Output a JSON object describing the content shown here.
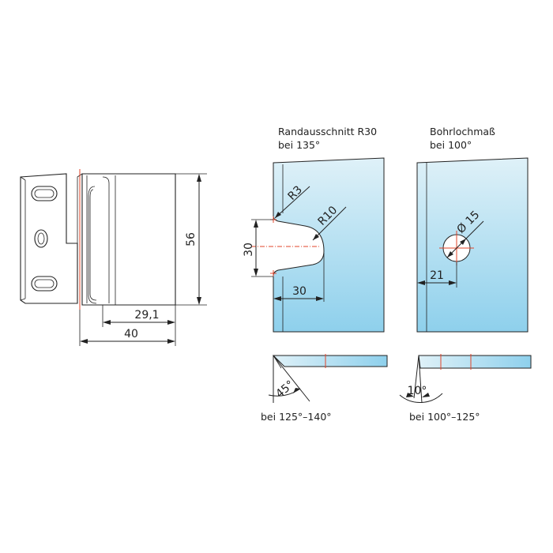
{
  "colors": {
    "glass_top": "#dff1f8",
    "glass_bottom": "#8ed0ec",
    "line": "#222222",
    "accent": "#e0442a"
  },
  "hinge": {
    "height_label": "56",
    "width_label": "40",
    "offset_label": "29,1"
  },
  "edge_cutout": {
    "title": "Randausschnitt R30",
    "subtitle": "bei 135°",
    "r_small": "R3",
    "r_large": "R10",
    "height": "30",
    "depth": "30",
    "angle": "45°",
    "range": "bei 125°–140°"
  },
  "drill_hole": {
    "title": "Bohrlochmaß",
    "subtitle": "bei 100°",
    "diameter": "Ø 15",
    "edge_distance": "21",
    "angle": "10°",
    "range": "bei 100°–125°"
  }
}
